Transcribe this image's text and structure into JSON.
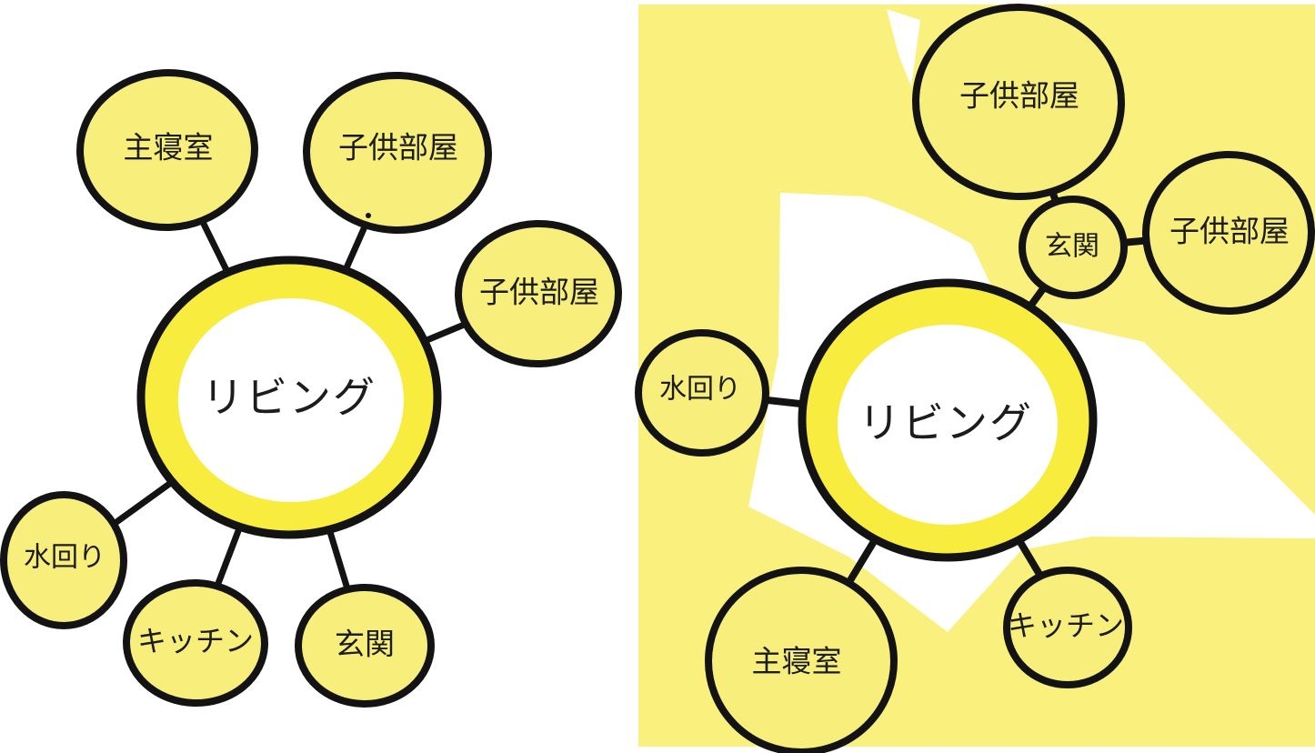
{
  "colors": {
    "panel_bg": "#F9F07E",
    "bubble_fill": "#F7EE7C",
    "ring_yellow": "#F8EC3E",
    "outline_black": "#131313",
    "text_color": "#1C1C1C",
    "left_background": "#FFFFFF",
    "blob_white": "#FFFFFF"
  },
  "left_diagram": {
    "center": {
      "label": "リビング"
    },
    "nodes": [
      {
        "id": "master-bedroom",
        "label": "主寝室"
      },
      {
        "id": "kids-room-1",
        "label": "子供部屋"
      },
      {
        "id": "kids-room-2",
        "label": "子供部屋"
      },
      {
        "id": "water-area",
        "label": "水回り"
      },
      {
        "id": "kitchen",
        "label": "キッチン"
      },
      {
        "id": "entrance",
        "label": "玄関"
      }
    ]
  },
  "right_diagram": {
    "center": {
      "label": "リビング"
    },
    "nodes": [
      {
        "id": "kids-room-1",
        "label": "子供部屋"
      },
      {
        "id": "entrance",
        "label": "玄関"
      },
      {
        "id": "kids-room-2",
        "label": "子供部屋"
      },
      {
        "id": "water-area",
        "label": "水回り"
      },
      {
        "id": "master-bedroom",
        "label": "主寝室"
      },
      {
        "id": "kitchen",
        "label": "キッチン"
      }
    ]
  }
}
